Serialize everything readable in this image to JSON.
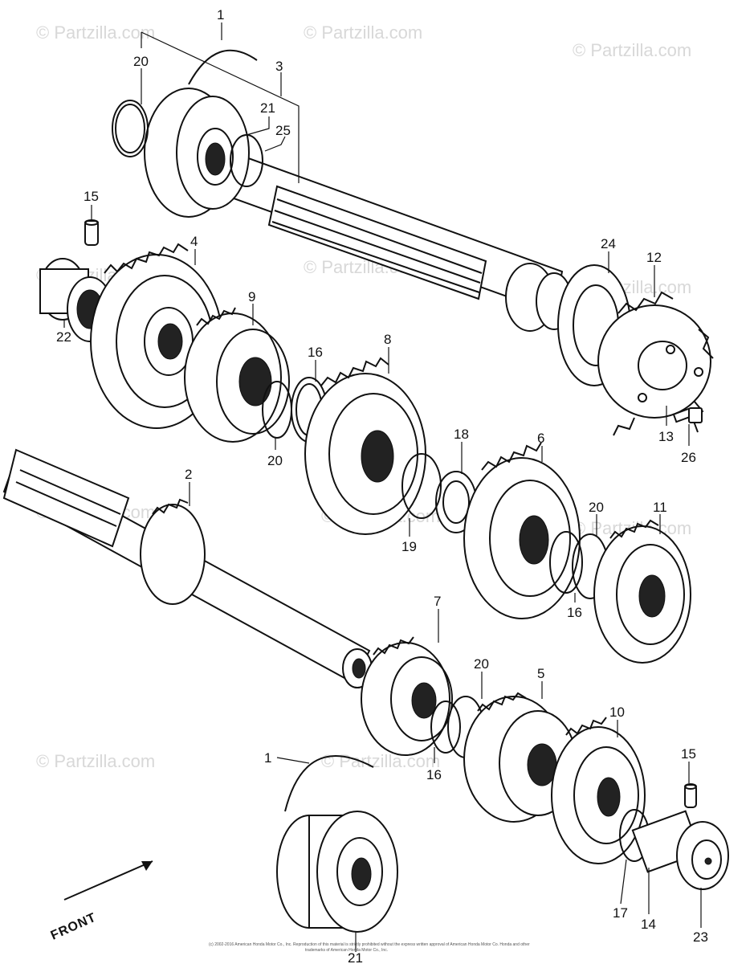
{
  "watermarks": [
    "© Partzilla.com",
    "© Partzilla.com",
    "© Partzilla.com",
    "© Partzilla.com",
    "© Partzilla.com",
    "© Partzilla.com",
    "© Partzilla.com",
    "© Partzilla.com",
    "© Partzilla.com",
    "© Partzilla.com",
    "© Partzilla.com"
  ],
  "callouts": [
    "1",
    "20",
    "3",
    "21",
    "25",
    "15",
    "4",
    "9",
    "22",
    "24",
    "12",
    "16",
    "8",
    "20",
    "13",
    "26",
    "2",
    "18",
    "6",
    "20",
    "11",
    "19",
    "16",
    "7",
    "20",
    "5",
    "10",
    "1",
    "15",
    "16",
    "17",
    "14",
    "23",
    "21"
  ],
  "front_label": "FRONT",
  "copyright_line1": "(c) 2002-2016 American Honda Motor Co., Inc. Reproduction of this material is strictly prohibited without the express written approval of American Honda Motor Co. Honda and other",
  "copyright_line2": "trademarks of American Honda Motor Co., Inc."
}
